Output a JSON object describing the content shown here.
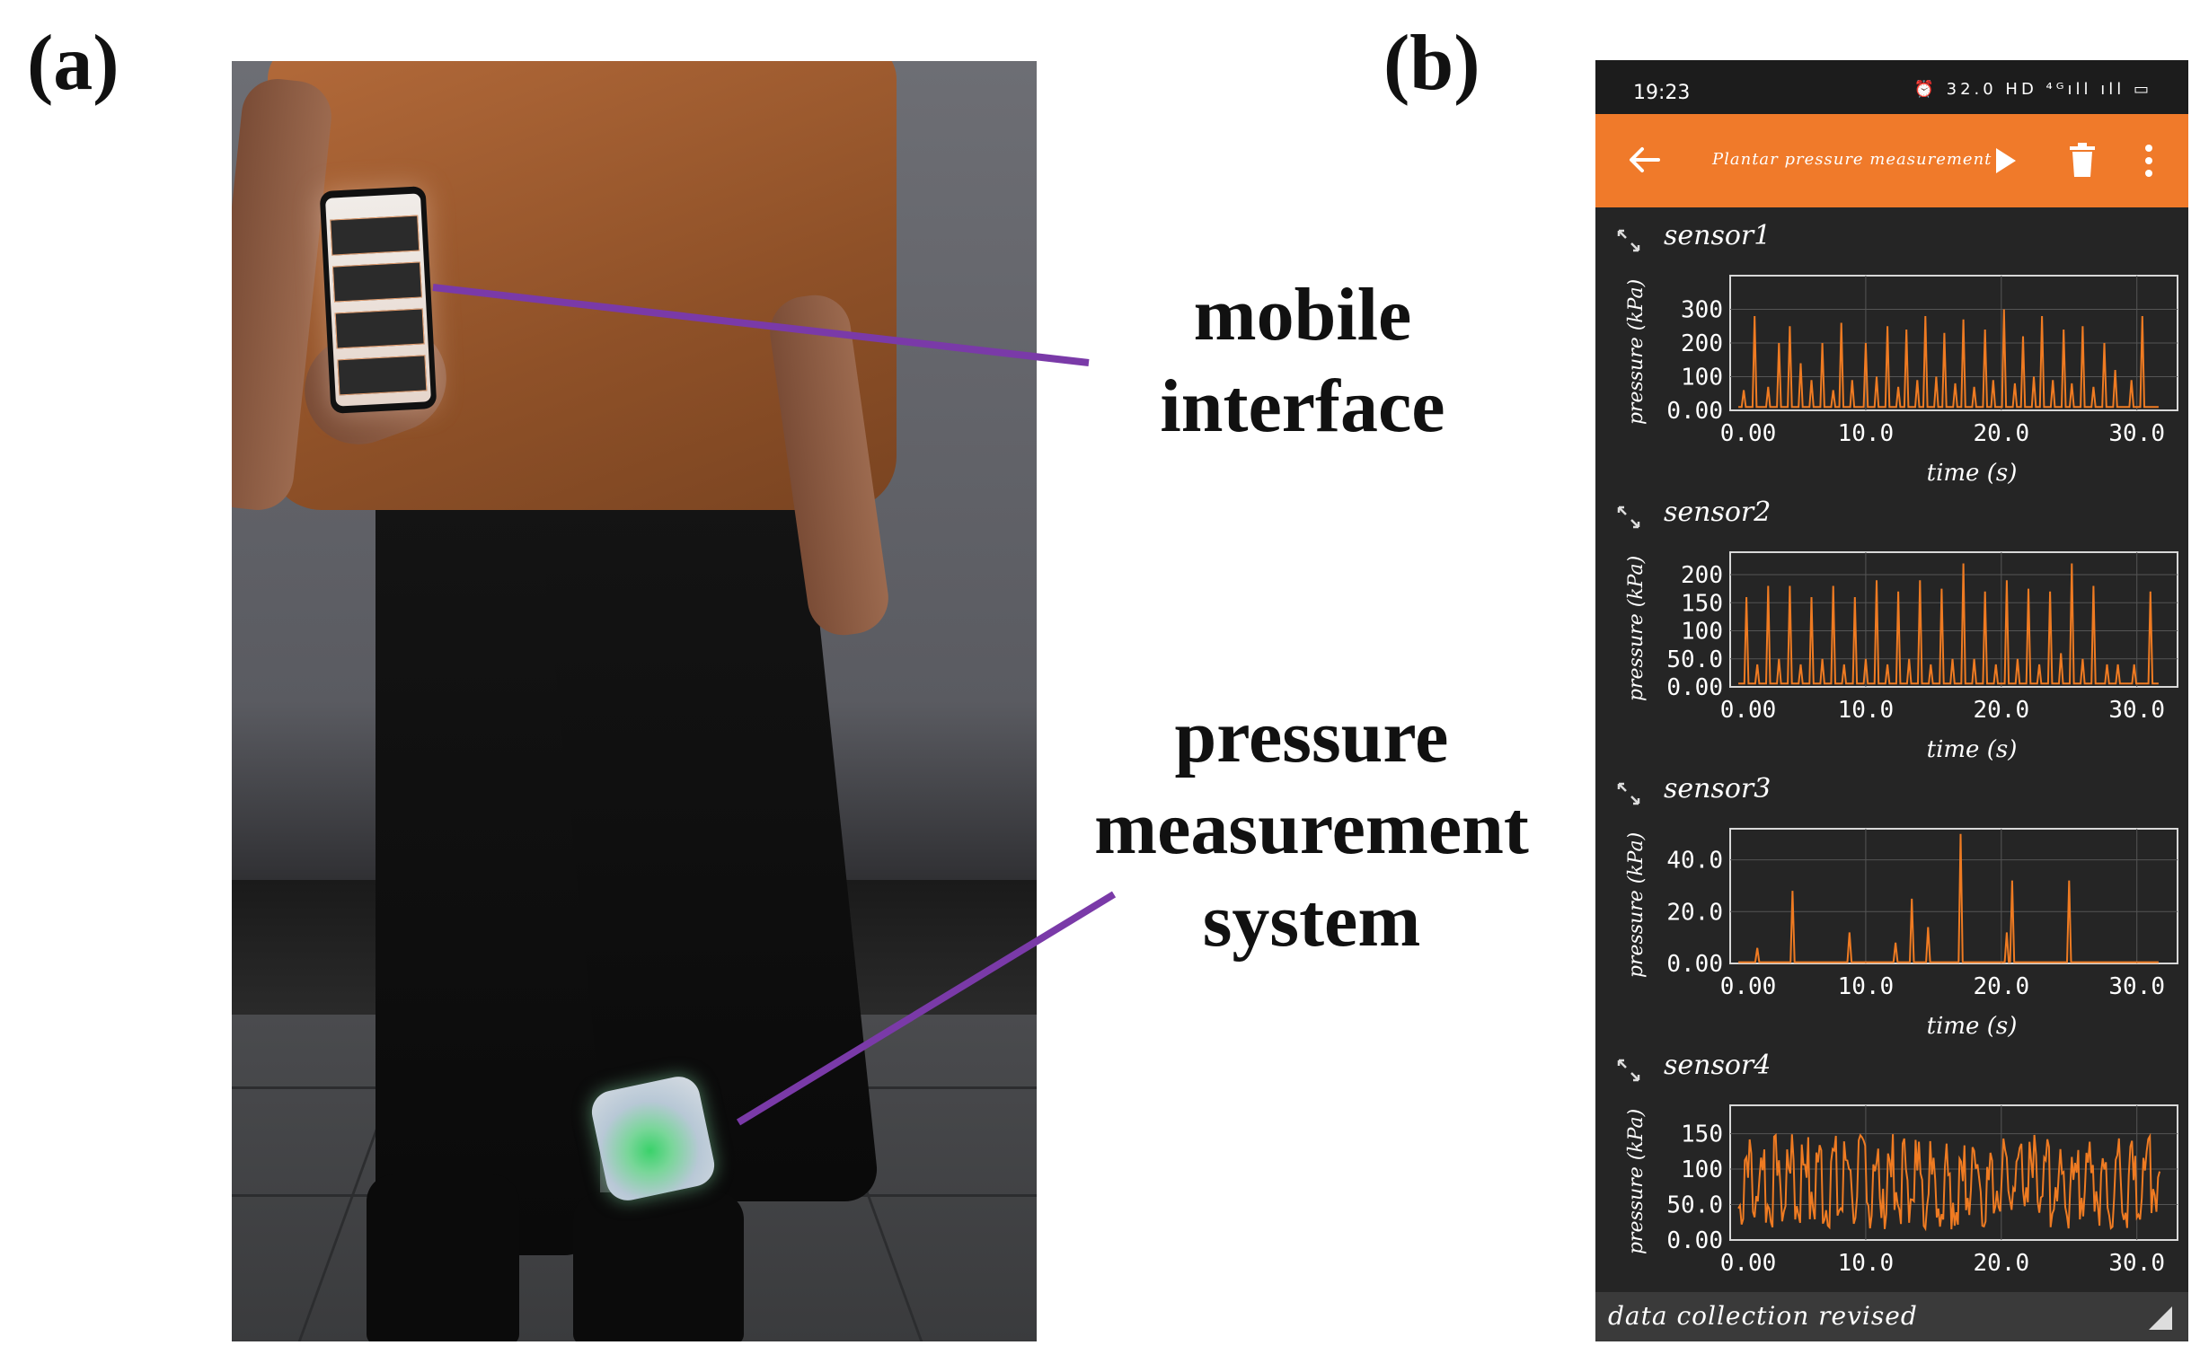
{
  "figure": {
    "panel_a_label": "(a)",
    "panel_b_label": "(b)",
    "callout_mobile": [
      "mobile",
      "interface"
    ],
    "callout_pressure": [
      "pressure",
      "measurement",
      "system"
    ],
    "callout_line_color": "#7a3aa8"
  },
  "app": {
    "status_time": "19:23",
    "status_icons": "⏰ 32.0 HD ⁴ᴳıll ıll ▭",
    "title": "Plantar pressure measurement",
    "bottom_label": "data collection revised",
    "accent_color": "#f07a2a",
    "line_color": "#ef7b22",
    "icons": [
      "back-arrow-icon",
      "play-icon",
      "trash-icon",
      "more-vert-icon",
      "expand-icon",
      "resize-corner-icon"
    ]
  },
  "chart_data": [
    {
      "type": "line",
      "title": "sensor1",
      "xlabel": "time (s)",
      "ylabel": "pressure (kPa)",
      "xlim": [
        0,
        33
      ],
      "ylim": [
        0,
        400
      ],
      "x_ticks": [
        "0.00",
        "10.0",
        "20.0",
        "30.0"
      ],
      "y_ticks": [
        "0.00",
        "100",
        "200",
        "300"
      ],
      "y_tick_values": [
        0,
        100,
        200,
        300
      ],
      "grid": true,
      "spikes": [
        [
          1.0,
          60
        ],
        [
          1.8,
          280
        ],
        [
          2.8,
          70
        ],
        [
          3.6,
          200
        ],
        [
          4.4,
          250
        ],
        [
          5.2,
          140
        ],
        [
          6.0,
          90
        ],
        [
          6.8,
          200
        ],
        [
          7.6,
          60
        ],
        [
          8.2,
          260
        ],
        [
          9.0,
          90
        ],
        [
          10.0,
          200
        ],
        [
          10.8,
          100
        ],
        [
          11.6,
          250
        ],
        [
          12.4,
          70
        ],
        [
          13.0,
          240
        ],
        [
          13.8,
          90
        ],
        [
          14.4,
          280
        ],
        [
          15.2,
          100
        ],
        [
          15.8,
          230
        ],
        [
          16.6,
          80
        ],
        [
          17.2,
          270
        ],
        [
          18.0,
          70
        ],
        [
          18.8,
          240
        ],
        [
          19.4,
          90
        ],
        [
          20.2,
          300
        ],
        [
          21.0,
          80
        ],
        [
          21.6,
          220
        ],
        [
          22.4,
          100
        ],
        [
          23.0,
          280
        ],
        [
          23.8,
          90
        ],
        [
          24.6,
          240
        ],
        [
          25.2,
          80
        ],
        [
          26.0,
          250
        ],
        [
          26.8,
          70
        ],
        [
          27.6,
          200
        ],
        [
          28.4,
          120
        ],
        [
          29.6,
          90
        ],
        [
          30.4,
          280
        ]
      ],
      "baseline": 10
    },
    {
      "type": "line",
      "title": "sensor2",
      "xlabel": "time (s)",
      "ylabel": "pressure (kPa)",
      "xlim": [
        0,
        33
      ],
      "ylim": [
        0,
        240
      ],
      "x_ticks": [
        "0.00",
        "10.0",
        "20.0",
        "30.0"
      ],
      "y_ticks": [
        "0.00",
        "50.0",
        "100",
        "150",
        "200"
      ],
      "y_tick_values": [
        0,
        50,
        100,
        150,
        200
      ],
      "grid": true,
      "spikes": [
        [
          1.2,
          160
        ],
        [
          2.0,
          40
        ],
        [
          2.8,
          180
        ],
        [
          3.6,
          50
        ],
        [
          4.4,
          180
        ],
        [
          5.2,
          40
        ],
        [
          6.0,
          160
        ],
        [
          6.8,
          50
        ],
        [
          7.6,
          180
        ],
        [
          8.4,
          40
        ],
        [
          9.2,
          160
        ],
        [
          10.0,
          50
        ],
        [
          10.8,
          190
        ],
        [
          11.6,
          40
        ],
        [
          12.4,
          170
        ],
        [
          13.2,
          50
        ],
        [
          14.0,
          190
        ],
        [
          14.8,
          40
        ],
        [
          15.6,
          175
        ],
        [
          16.4,
          50
        ],
        [
          17.2,
          220
        ],
        [
          18.0,
          50
        ],
        [
          18.8,
          170
        ],
        [
          19.6,
          40
        ],
        [
          20.4,
          190
        ],
        [
          21.2,
          50
        ],
        [
          22.0,
          175
        ],
        [
          22.8,
          40
        ],
        [
          23.6,
          170
        ],
        [
          24.4,
          60
        ],
        [
          25.2,
          220
        ],
        [
          26.0,
          50
        ],
        [
          26.8,
          180
        ],
        [
          27.8,
          40
        ],
        [
          28.6,
          40
        ],
        [
          29.8,
          40
        ],
        [
          31.0,
          170
        ]
      ],
      "baseline": 6
    },
    {
      "type": "line",
      "title": "sensor3",
      "xlabel": "time (s)",
      "ylabel": "pressure (kPa)",
      "xlim": [
        0,
        33
      ],
      "ylim": [
        0,
        52
      ],
      "x_ticks": [
        "0.00",
        "10.0",
        "20.0",
        "30.0"
      ],
      "y_ticks": [
        "0.00",
        "20.0",
        "40.0"
      ],
      "y_tick_values": [
        0,
        20,
        40
      ],
      "grid": true,
      "spikes": [
        [
          2.0,
          6
        ],
        [
          4.6,
          28
        ],
        [
          8.8,
          12
        ],
        [
          12.2,
          8
        ],
        [
          13.4,
          25
        ],
        [
          14.6,
          14
        ],
        [
          17.0,
          50
        ],
        [
          20.4,
          12
        ],
        [
          20.8,
          32
        ],
        [
          25.0,
          32
        ]
      ],
      "baseline": 0.5
    },
    {
      "type": "line",
      "title": "sensor4",
      "xlabel": "",
      "ylabel": "pressure (kPa)",
      "xlim": [
        0,
        33
      ],
      "ylim": [
        0,
        190
      ],
      "x_ticks": [
        "0.00",
        "10.0",
        "20.0",
        "30.0"
      ],
      "y_ticks": [
        "0.00",
        "50.0",
        "100",
        "150"
      ],
      "y_tick_values": [
        0,
        50,
        100,
        150
      ],
      "grid": true,
      "seed": 7,
      "oscillation": {
        "period": 1.05,
        "low": 15,
        "high": 150
      },
      "baseline": 20
    }
  ]
}
